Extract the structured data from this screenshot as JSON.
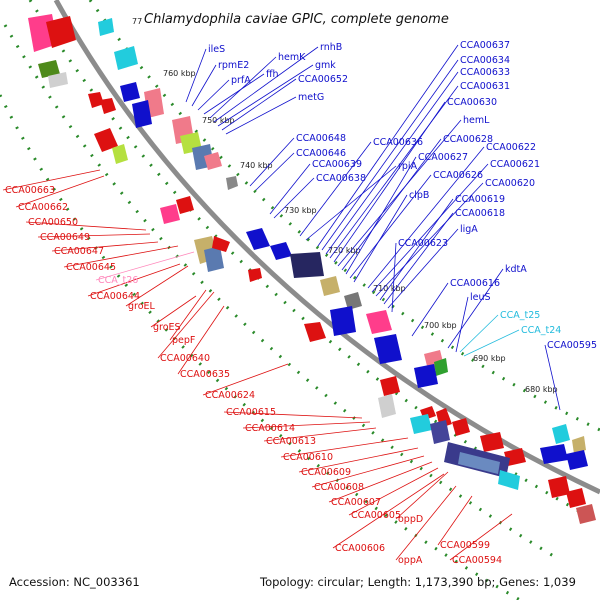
{
  "title": "Chlamydophila caviae GPIC, complete genome",
  "footer": {
    "accession": "Accession: NC_003361",
    "summary": "Topology: circular; Length: 1,173,390 bp; Genes: 1,039"
  },
  "colors": {
    "forward": "#1010cc",
    "reverse": "#dd1111",
    "rna_forward": "#22bbdd",
    "rna_reverse": "#ff88bb",
    "backbone": "#888888",
    "tick": "#2a8a2a"
  },
  "scale_labels": [
    "680 kbp",
    "690 kbp",
    "700 kbp",
    "710 kbp",
    "720 kbp",
    "730 kbp",
    "740 kbp",
    "750 kbp",
    "760 kbp",
    "77"
  ],
  "forward_labels": [
    "ileS",
    "rpmE2",
    "prfA",
    "ffh",
    "hemK",
    "rnhB",
    "gmk",
    "CCA00652",
    "metG",
    "CCA00648",
    "CCA00646",
    "CCA00639",
    "CCA00638",
    "CCA00636",
    "rpiA",
    "CCA00637",
    "CCA00634",
    "CCA00633",
    "CCA00631",
    "CCA00630",
    "hemL",
    "CCA00628",
    "CCA00627",
    "CCA00626",
    "clpB",
    "CCA00622",
    "CCA00621",
    "CCA00620",
    "CCA00619",
    "CCA00618",
    "ligA",
    "CCA00623",
    "kdtA",
    "CCA00616",
    "leuS",
    "CCA00595"
  ],
  "rna_forward_labels": [
    "CCA_t25",
    "CCA_t24"
  ],
  "reverse_labels": [
    "CCA00663",
    "CCA00662",
    "CCA00650",
    "CCA00649",
    "CCA00647",
    "CCA00645",
    "CCA00644",
    "groEL",
    "groES",
    "pepF",
    "CCA00640",
    "CCA00635",
    "CCA00624",
    "CCA00615",
    "CCA00614",
    "CCA00613",
    "CCA00610",
    "CCA00609",
    "CCA00608",
    "CCA00607",
    "CCA00605",
    "CCA00606",
    "oppD",
    "oppA",
    "CCA00599",
    "CCA00594"
  ],
  "rna_reverse_labels": [
    "CCA_t26"
  ]
}
